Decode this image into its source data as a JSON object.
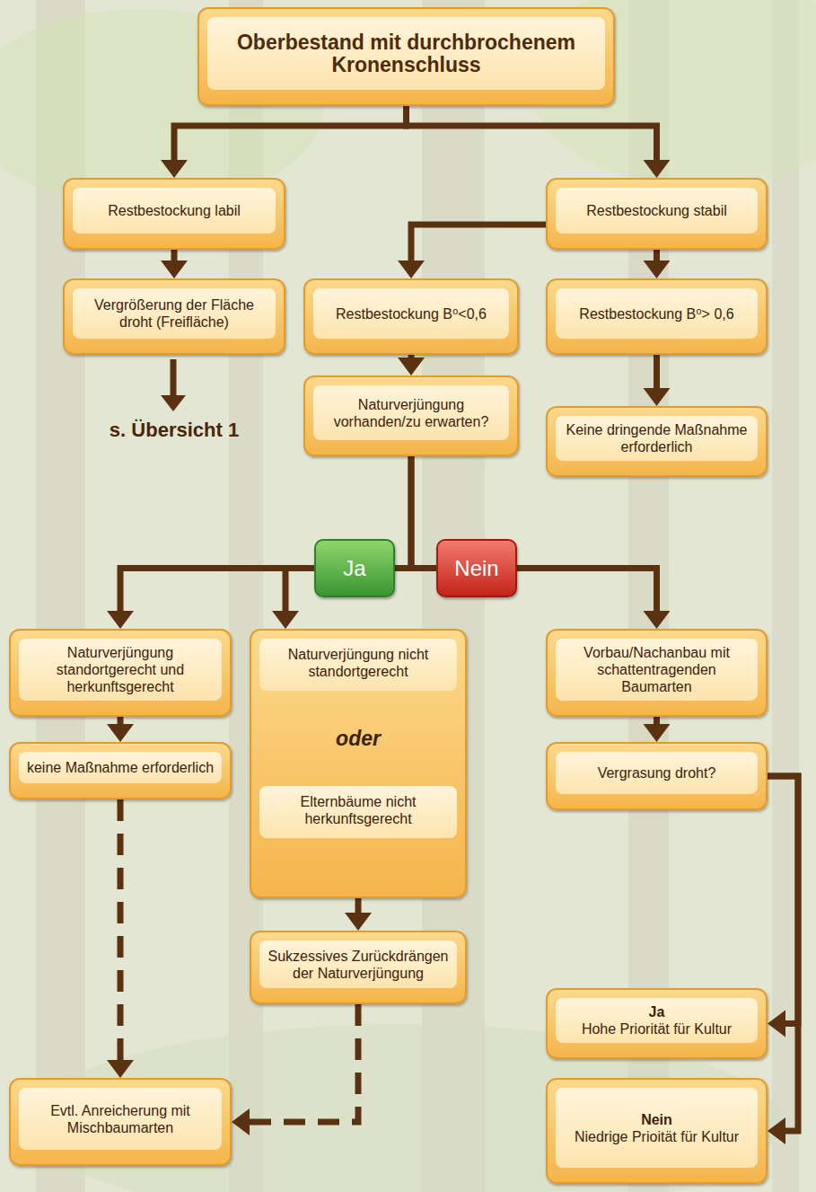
{
  "diagram": {
    "nodes": [
      {
        "text": [
          "Oberbestand mit durchbrochenem Kronenschluss"
        ]
      },
      {
        "text": [
          "Restbestockung labil"
        ]
      },
      {
        "text": [
          "Restbestockung stabil"
        ]
      },
      {
        "text": [
          "Vergrößerung der Fläche droht (Freifläche)"
        ]
      },
      {
        "text": [
          "Restbestockung B⁰<0,6"
        ]
      },
      {
        "text": [
          "Restbestockung B⁰> 0,6"
        ]
      },
      {
        "text": [
          "Naturverjüngung vorhanden/zu erwarten?"
        ]
      },
      {
        "text": [
          "Keine dringende Maßnahme erforderlich"
        ]
      },
      {
        "text": [
          "Ja"
        ]
      },
      {
        "text": [
          "Nein"
        ]
      },
      {
        "text": [
          "Naturverjüngung standortgerecht und herkunftsgerecht"
        ]
      },
      {
        "text": [
          "Naturverjüngung nicht standortgerecht",
          "oder",
          "Elternbäume nicht herkunftsgerecht"
        ]
      },
      {
        "text": [
          "Vorbau/Nachanbau mit schattentragenden Baumarten"
        ]
      },
      {
        "text": [
          "keine Maßnahme erforderlich"
        ]
      },
      {
        "text": [
          "Vergrasung droht?"
        ]
      },
      {
        "text": [
          "Sukzessives Zurückdrängen der Naturverjüngung"
        ]
      },
      {
        "text": [
          "Ja",
          "Hohe Priorität für Kultur"
        ]
      },
      {
        "text": [
          "Evtl. Anreicherung mit Mischbaumarten"
        ]
      },
      {
        "text": [
          "Nein",
          "Niedrige Prioität für Kultur"
        ]
      }
    ],
    "edges": [
      {
        "from": 0,
        "to": 1,
        "arrow": "to"
      },
      {
        "from": 0,
        "to": 2,
        "arrow": "to"
      },
      {
        "from": 1,
        "to": 3,
        "arrow": "to"
      },
      {
        "from": 2,
        "to": 4,
        "arrow": "to"
      },
      {
        "from": 2,
        "to": 5,
        "arrow": "to"
      },
      {
        "from": 4,
        "to": 6,
        "arrow": "to"
      },
      {
        "from": 5,
        "to": 7,
        "arrow": "to"
      },
      {
        "from": 6,
        "to": 8,
        "arrow": "none"
      },
      {
        "from": 6,
        "to": 9,
        "arrow": "none"
      },
      {
        "from": 8,
        "to": 10,
        "arrow": "to"
      },
      {
        "from": 8,
        "to": 11,
        "arrow": "to"
      },
      {
        "from": 9,
        "to": 12,
        "arrow": "to"
      },
      {
        "from": 10,
        "to": 13,
        "arrow": "to"
      },
      {
        "from": 11,
        "to": 15,
        "arrow": "to"
      },
      {
        "from": 12,
        "to": 14,
        "arrow": "to"
      },
      {
        "from": 14,
        "to": 16,
        "arrow": "to"
      },
      {
        "from": 14,
        "to": 18,
        "arrow": "to"
      },
      {
        "from": 13,
        "to": 17,
        "arrow": "to"
      },
      {
        "from": 15,
        "to": 17,
        "arrow": "to"
      }
    ],
    "labels": [
      "s. Übersicht 1"
    ]
  }
}
